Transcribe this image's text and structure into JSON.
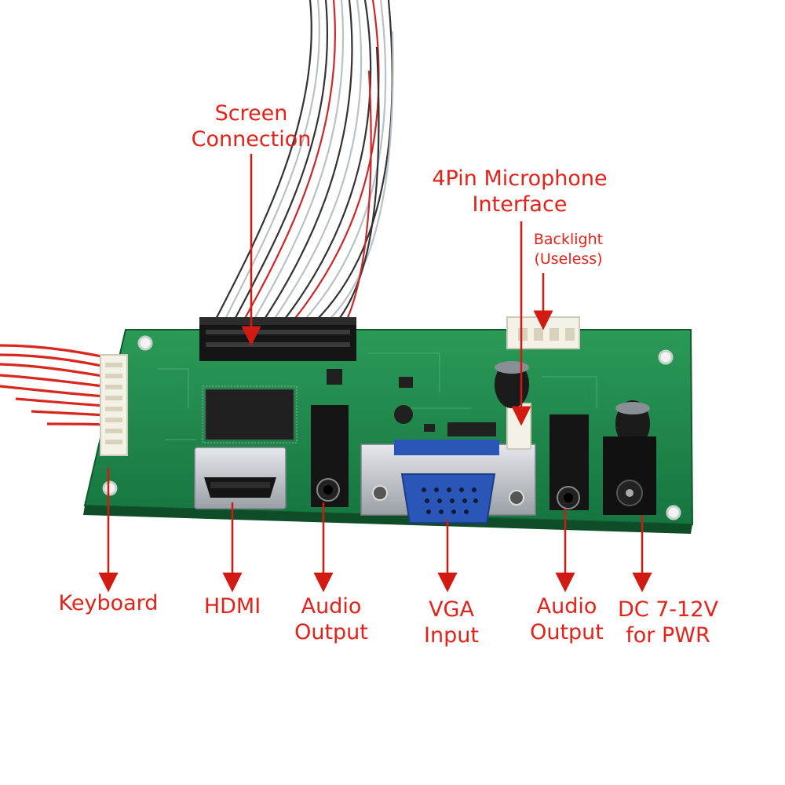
{
  "colors": {
    "annotation": "#e0241b",
    "board": "#1f8a4c",
    "connector_black": "#1a1a1a",
    "vga_blue": "#2a56b8",
    "metal": "#c9cdd2"
  },
  "labels": {
    "screen_connection": {
      "line1": "Screen",
      "line2": "Connection"
    },
    "microphone": {
      "line1": "4Pin Microphone",
      "line2": "Interface"
    },
    "backlight": {
      "line1": "Backlight",
      "line2": "(Useless)"
    },
    "keyboard": {
      "line1": "Keyboard"
    },
    "hdmi": {
      "line1": "HDMI"
    },
    "audio_output_1": {
      "line1": "Audio",
      "line2": "Output"
    },
    "vga": {
      "line1": "VGA",
      "line2": "Input"
    },
    "audio_output_2": {
      "line1": "Audio",
      "line2": "Output"
    },
    "dc_power": {
      "line1": "DC 7-12V",
      "line2": "for PWR"
    }
  }
}
